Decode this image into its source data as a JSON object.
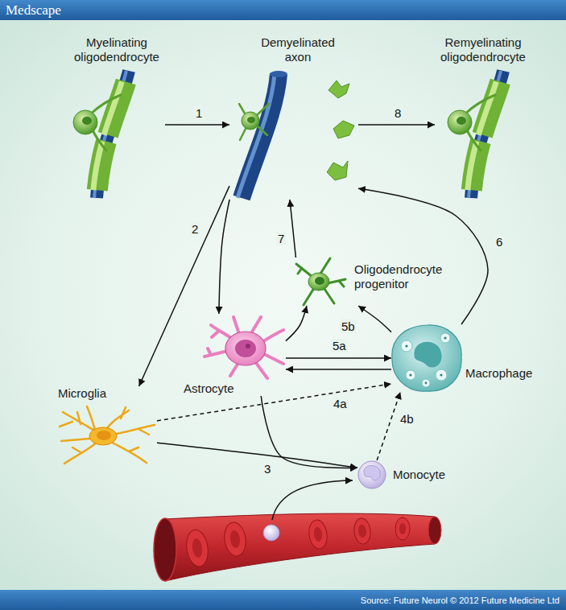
{
  "diagram": {
    "nodes": [
      {
        "text": [
          "Myelinating oligodendrocyte"
        ]
      },
      {
        "text": [
          "Demyelinated axon"
        ]
      },
      {
        "text": [
          "Remyelinating oligodendrocyte"
        ]
      },
      {
        "text": [
          "Oligodendrocyte progenitor"
        ]
      },
      {
        "text": [
          "Astrocyte"
        ]
      },
      {
        "text": [
          "Macrophage"
        ]
      },
      {
        "text": [
          "Microglia"
        ]
      },
      {
        "text": [
          "Monocyte"
        ]
      }
    ],
    "edges": [
      {
        "from": 0,
        "to": 1,
        "arrow": "to",
        "label": "1"
      },
      {
        "from": 1,
        "to": 6,
        "arrow": "to",
        "label": "2"
      },
      {
        "from": 1,
        "to": 4,
        "arrow": "to"
      },
      {
        "from": 4,
        "to": 7,
        "arrow": "to",
        "label": "3"
      },
      {
        "from": 6,
        "to": 7,
        "arrow": "to"
      },
      {
        "from": 6,
        "to": 5,
        "arrow": "to",
        "label": "4a"
      },
      {
        "from": 7,
        "to": 5,
        "arrow": "to",
        "label": "4b"
      },
      {
        "from": 4,
        "to": 5,
        "arrow": "to",
        "label": "5a"
      },
      {
        "from": 5,
        "to": 4,
        "arrow": "to"
      },
      {
        "from": 4,
        "to": 3,
        "arrow": "to"
      },
      {
        "from": 5,
        "to": 3,
        "arrow": "to",
        "label": "5b"
      },
      {
        "from": 5,
        "to": 1,
        "arrow": "to",
        "label": "6"
      },
      {
        "from": 3,
        "to": 1,
        "arrow": "to",
        "label": "7"
      },
      {
        "from": 1,
        "to": 2,
        "arrow": "to",
        "label": "8"
      }
    ],
    "labels": [
      "Medscape",
      "Source: Future Neurol © 2012 Future Medicine Ltd"
    ]
  }
}
